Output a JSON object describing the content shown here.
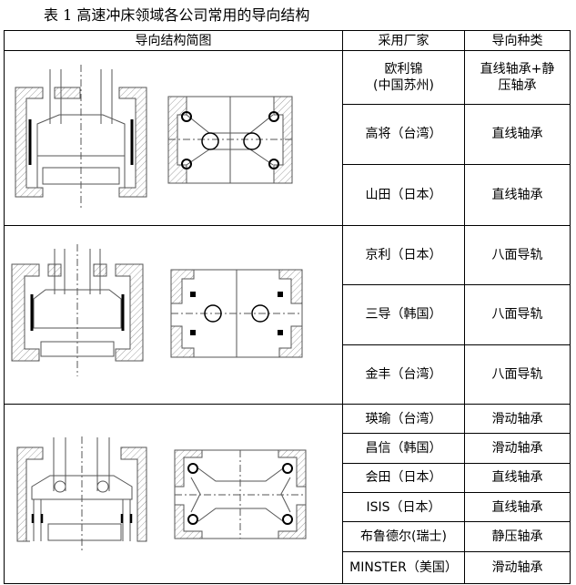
{
  "caption": "表 1  高速冲床领域各公司常用的导向结构",
  "headers": [
    "导向结构简图",
    "采用厂家",
    "导向种类"
  ],
  "groups": [
    {
      "rows": [
        {
          "maker": "欧利锦\n(中国苏州)",
          "maker_l1": "欧利锦",
          "maker_l2": "(中国苏州)",
          "type_l1": "直线轴承+静",
          "type_l2": "压轴承"
        },
        {
          "maker": "高将（台湾）",
          "type": "直线轴承"
        },
        {
          "maker": "山田（日本）",
          "type": "直线轴承"
        }
      ]
    },
    {
      "rows": [
        {
          "maker": "京利（日本）",
          "type": "八面导轨"
        },
        {
          "maker": "三导（韩国）",
          "type": "八面导轨"
        },
        {
          "maker": "金丰（台湾）",
          "type": "八面导轨"
        }
      ]
    },
    {
      "rows": [
        {
          "maker": "瑛瑜（台湾）",
          "type": "滑动轴承"
        },
        {
          "maker": "昌信（韩国）",
          "type": "滑动轴承"
        },
        {
          "maker": "会田（日本）",
          "type": "直线轴承"
        },
        {
          "maker": "ISIS（日本）",
          "type": "直线轴承"
        },
        {
          "maker": "布鲁德尔(瑞士)",
          "type": "静压轴承"
        },
        {
          "maker": "MINSTER（美国）",
          "type": "滑动轴承"
        }
      ]
    }
  ]
}
